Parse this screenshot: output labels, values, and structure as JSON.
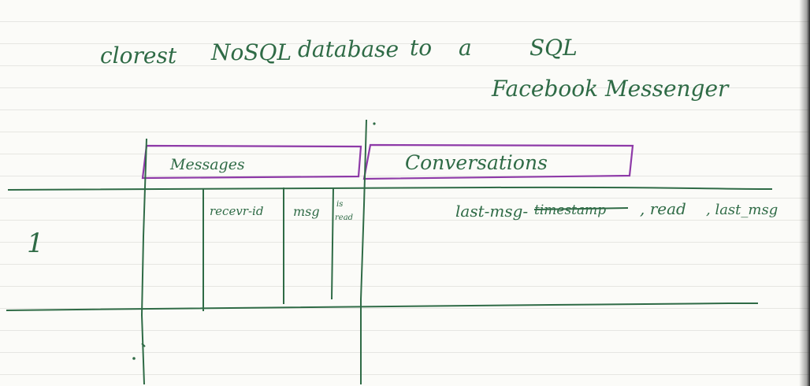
{
  "heading": {
    "line1": [
      "clorest",
      "NoSQL",
      "database",
      "to",
      "a",
      "SQL"
    ],
    "line2": "Facebook Messenger"
  },
  "tables": {
    "messages": "Messages",
    "conversations": "Conversations"
  },
  "columns": {
    "receiver": "recevr-id",
    "msg": "msg",
    "is_read": [
      "is",
      "read"
    ]
  },
  "conversation_fields": {
    "last_msg": "last-msg-",
    "timestamp": "timestamp",
    "read": ", read",
    "last_msg_short": ", last_msg"
  },
  "row_label": "1",
  "colors": {
    "ink_green": "#2f6b46",
    "ink_purple": "#8e3aa8",
    "paper": "#fbfbf8",
    "rule": "#e6e6e2"
  }
}
